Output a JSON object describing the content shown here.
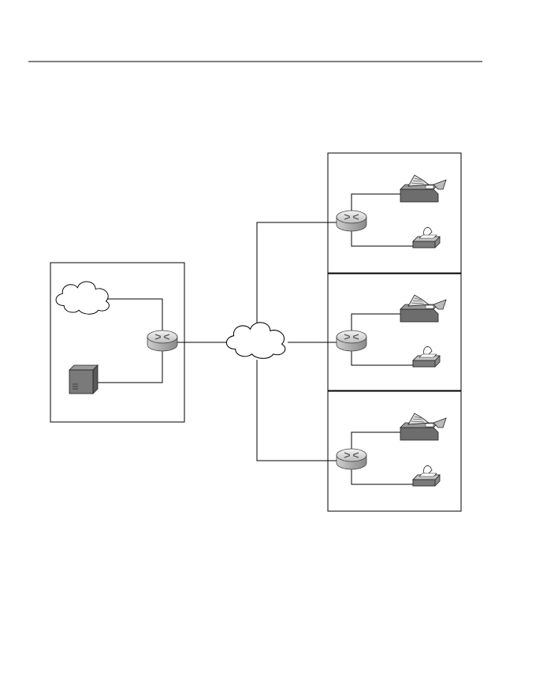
{
  "diagram": {
    "nodes": [
      {
        "id": "hq-cloud",
        "kind": "cloud"
      },
      {
        "id": "hq-router",
        "kind": "router"
      },
      {
        "id": "hq-server",
        "kind": "server"
      },
      {
        "id": "wan-cloud",
        "kind": "cloud"
      },
      {
        "id": "site1-router",
        "kind": "router"
      },
      {
        "id": "site1-fax",
        "kind": "fax"
      },
      {
        "id": "site1-phone",
        "kind": "phone"
      },
      {
        "id": "site2-router",
        "kind": "router"
      },
      {
        "id": "site2-fax",
        "kind": "fax"
      },
      {
        "id": "site2-phone",
        "kind": "phone"
      },
      {
        "id": "site3-router",
        "kind": "router"
      },
      {
        "id": "site3-fax",
        "kind": "fax"
      },
      {
        "id": "site3-phone",
        "kind": "phone"
      }
    ],
    "links": [
      [
        "hq-cloud",
        "hq-router"
      ],
      [
        "hq-server",
        "hq-router"
      ],
      [
        "hq-router",
        "wan-cloud"
      ],
      [
        "wan-cloud",
        "site1-router"
      ],
      [
        "wan-cloud",
        "site2-router"
      ],
      [
        "wan-cloud",
        "site3-router"
      ],
      [
        "site1-router",
        "site1-fax"
      ],
      [
        "site1-router",
        "site1-phone"
      ],
      [
        "site2-router",
        "site2-fax"
      ],
      [
        "site2-router",
        "site2-phone"
      ],
      [
        "site3-router",
        "site3-fax"
      ],
      [
        "site3-router",
        "site3-phone"
      ]
    ]
  }
}
